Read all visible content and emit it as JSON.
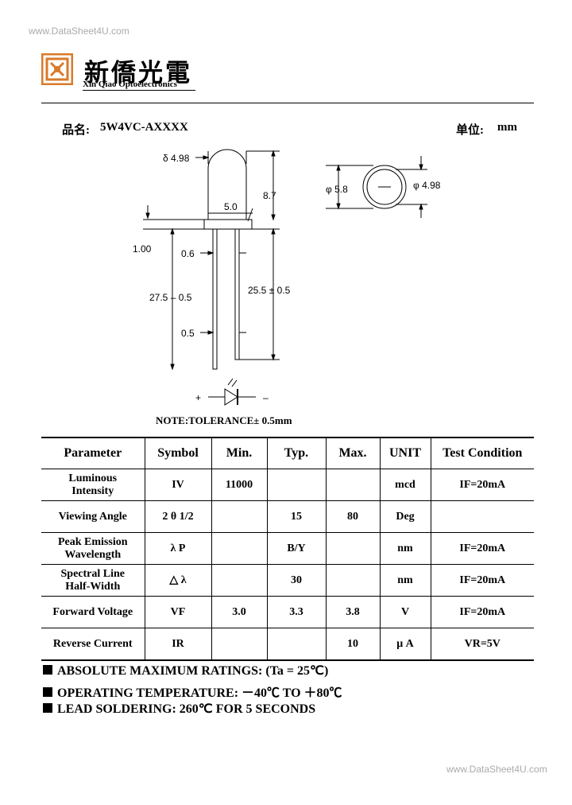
{
  "watermark_top": "www.DataSheet4U.com",
  "watermark_bottom": "www.DataSheet4U.com",
  "company": {
    "name_cn": "新僑光電",
    "name_en": "Xin Qiao Optoelectronics"
  },
  "product": {
    "label": "品名:",
    "model": "5W4VC-AXXXX",
    "unit_label": "单位:",
    "unit": "mm"
  },
  "drawing": {
    "dim_diameter": "δ 4.98",
    "dim_height": "8.7",
    "dim_flange": "5.0",
    "dim_offset": "1.00",
    "dim_lead_w": "0.6",
    "dim_lead_total": "27.5 – 0.5",
    "dim_lead_gap": "0.5",
    "dim_length": "25.5 ± 0.5",
    "top_outer": "φ 5.8",
    "top_inner": "φ 4.98",
    "plus": "+",
    "minus": "–",
    "note": "NOTE:TOLERANCE± 0.5mm"
  },
  "table": {
    "headers": [
      "Parameter",
      "Symbol",
      "Min.",
      "Typ.",
      "Max.",
      "UNIT",
      "Test Condition"
    ],
    "rows": [
      [
        "Luminous\nIntensity",
        "IV",
        "11000",
        "",
        "",
        "mcd",
        "IF=20mA"
      ],
      [
        "Viewing Angle",
        "2 θ 1/2",
        "",
        "15",
        "80",
        "Deg",
        ""
      ],
      [
        "Peak Emission\nWavelength",
        "λ P",
        "",
        "B/Y",
        "",
        "nm",
        "IF=20mA"
      ],
      [
        "Spectral Line\nHalf-Width",
        "△ λ",
        "",
        "30",
        "",
        "nm",
        "IF=20mA"
      ],
      [
        "Forward Voltage",
        "VF",
        "3.0",
        "3.3",
        "3.8",
        "V",
        "IF=20mA"
      ],
      [
        "Reverse Current",
        "IR",
        "",
        "",
        "10",
        "μ A",
        "VR=5V"
      ]
    ]
  },
  "notes": {
    "abs_max": "ABSOLUTE MAXIMUM RATINGS:   (Ta = 25℃)",
    "op_temp": "OPERATING TEMPERATURE:  －40℃  TO  ＋80℃",
    "solder": "LEAD SOLDERING: 260℃  FOR 5 SECONDS"
  }
}
